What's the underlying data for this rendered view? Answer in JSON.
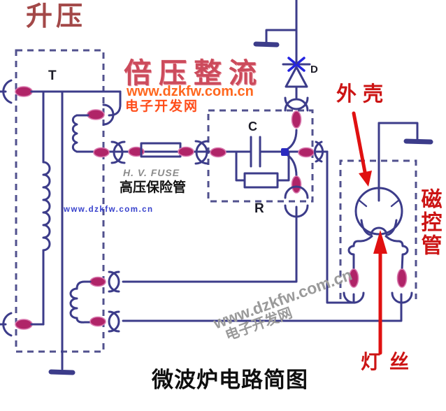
{
  "title": "微波炉电路简图",
  "sections": {
    "boost_label": "升压",
    "doubler_label": "倍压整流"
  },
  "components": {
    "transformer": "T",
    "capacitor": "C",
    "resistor": "R",
    "diode": "D",
    "fuse_en": "H. V. FUSE",
    "fuse_zh": "高压保险管"
  },
  "annotations": {
    "shell": "外壳",
    "magnetron": "磁控管",
    "filament": "灯丝"
  },
  "watermarks": {
    "orange_url": "www.dzkfw.com.cn",
    "orange_site": "电子开发网",
    "blue_url": "www.dzkfw.com.cn",
    "diagonal_url": "www.dzkfw.com.cn",
    "diagonal_site": "电子开发网"
  },
  "colors": {
    "wire": "#3c3c8a",
    "dash": "#51518e",
    "lug": "#b02468",
    "lugLight": "#d977ad",
    "node": "#2b2bc0",
    "diodeMark": "#2424e0",
    "red": "#cc1414",
    "arrowRed": "#e01010",
    "boost": "#a34848",
    "doubler": "#cc4b5c",
    "orange": "#ff671e",
    "orangeSite": "#ff4d1a",
    "blue": "#3640cc",
    "gray": "#9a9a9a",
    "fuseGray": "#8b8b8b",
    "compText": "#1c1c28"
  }
}
